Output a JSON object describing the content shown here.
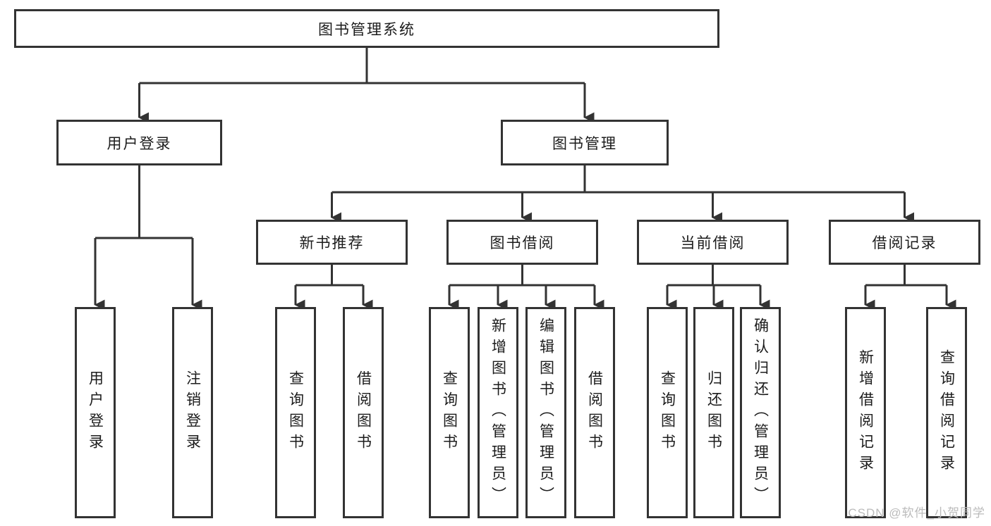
{
  "tree": {
    "root": "图书管理系统",
    "branches": [
      {
        "label": "用户登录",
        "children": [
          "用户登录",
          "注销登录"
        ]
      },
      {
        "label": "图书管理",
        "groups": [
          {
            "label": "新书推荐",
            "children": [
              "查询图书",
              "借阅图书"
            ]
          },
          {
            "label": "图书借阅",
            "children": [
              "查询图书",
              "新增图书（管理员）",
              "编辑图书（管理员）",
              "借阅图书"
            ]
          },
          {
            "label": "当前借阅",
            "children": [
              "查询图书",
              "归还图书",
              "确认归还（管理员）"
            ]
          },
          {
            "label": "借阅记录",
            "children": [
              "新增借阅记录",
              "查询借阅记录"
            ]
          }
        ]
      }
    ]
  },
  "watermark": "CSDN @软件_小贺同学",
  "colors": {
    "line": "#333333",
    "text": "#1c1c1c",
    "background": "#ffffff",
    "watermark": "#bbbbbb"
  }
}
